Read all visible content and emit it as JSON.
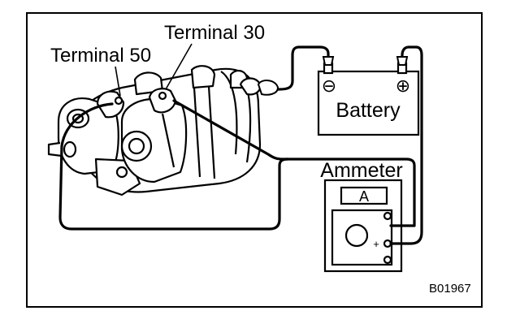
{
  "labels": {
    "terminal_30": "Terminal 30",
    "terminal_50": "Terminal 50",
    "battery": "Battery",
    "ammeter": "Ammeter",
    "ammeter_display": "A",
    "battery_negative": "⊖",
    "battery_positive": "⊕",
    "ammeter_plus": "+",
    "figure_code": "B01967"
  },
  "colors": {
    "ink": "#000000",
    "paper": "#ffffff"
  }
}
